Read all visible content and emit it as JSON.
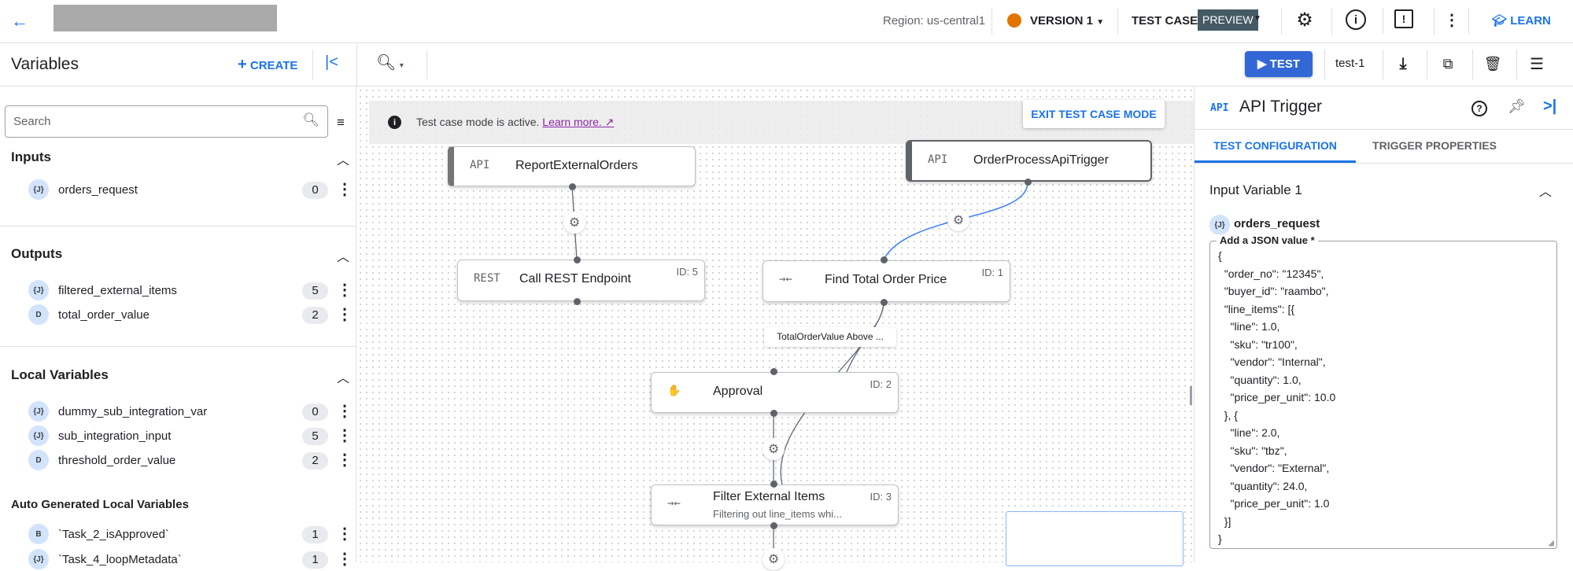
{
  "topbar": {
    "back_icon": "arrow-left-icon",
    "region": "Region: us-central1",
    "version_label": "VERSION 1",
    "version_status_color": "#e37400",
    "test_case_label": "TEST CASE",
    "preview_badge": "PREVIEW",
    "learn_label": "LEARN",
    "icons": [
      "settings-icon",
      "info-icon",
      "feedback-icon",
      "more-vert-icon"
    ]
  },
  "toolbar": {
    "zoom_icon": "zoom-in-icon",
    "test_button": "TEST",
    "test_case_name": "test-1",
    "icons": [
      "download-icon",
      "copy-icon",
      "delete-icon",
      "list-icon"
    ]
  },
  "variables": {
    "title": "Variables",
    "create_label": "CREATE",
    "search_placeholder": "Search",
    "sections": [
      {
        "title": "Inputs",
        "items": [
          {
            "type": "{J}",
            "name": "orders_request",
            "count": "0"
          }
        ]
      },
      {
        "title": "Outputs",
        "items": [
          {
            "type": "{J}",
            "name": "filtered_external_items",
            "count": "5"
          },
          {
            "type": "D",
            "name": "total_order_value",
            "count": "2"
          }
        ]
      },
      {
        "title": "Local Variables",
        "items": [
          {
            "type": "{J}",
            "name": "dummy_sub_integration_var",
            "count": "0"
          },
          {
            "type": "{J}",
            "name": "sub_integration_input",
            "count": "5"
          },
          {
            "type": "D",
            "name": "threshold_order_value",
            "count": "2"
          }
        ]
      },
      {
        "title": "Auto Generated Local Variables",
        "items": [
          {
            "type": "B",
            "name": "`Task_2_isApproved`",
            "count": "1"
          },
          {
            "type": "{J}",
            "name": "`Task_4_loopMetadata`",
            "count": "1"
          }
        ]
      }
    ]
  },
  "canvas": {
    "banner_text": "Test case mode is active.",
    "banner_link": "Learn more.",
    "exit_button": "EXIT TEST CASE MODE",
    "nodes": [
      {
        "icon": "API",
        "title": "ReportExternalOrders",
        "id": ""
      },
      {
        "icon": "API",
        "title": "OrderProcessApiTrigger",
        "id": ""
      },
      {
        "icon": "REST",
        "title": "Call REST Endpoint",
        "id": "ID: 5"
      },
      {
        "icon": "→←",
        "title": "Find Total Order Price",
        "id": "ID: 1"
      },
      {
        "icon": "✋",
        "title": "Approval",
        "id": "ID: 2"
      },
      {
        "icon": "→←",
        "title": "Filter External Items",
        "id": "ID: 3",
        "subtitle": "Filtering out line_items whi..."
      }
    ],
    "edge_label": "TotalOrderValue Above ..."
  },
  "panel": {
    "icon": "API",
    "title": "API Trigger",
    "tabs": [
      {
        "label": "TEST CONFIGURATION",
        "active": true
      },
      {
        "label": "TRIGGER PROPERTIES",
        "active": false
      }
    ],
    "section_title": "Input Variable 1",
    "variable": {
      "type": "{J}",
      "name": "orders_request"
    },
    "json_label": "Add a JSON value *",
    "json_lines": [
      "{",
      "  \"order_no\": \"12345\",",
      "  \"buyer_id\": \"raambo\",",
      "  \"line_items\": [{",
      "    \"line\": 1.0,",
      "    \"sku\": \"tr100\",",
      "    \"vendor\": \"Internal\",",
      "    \"quantity\": 1.0,",
      "    \"price_per_unit\": 10.0",
      "  }, {",
      "    \"line\": 2.0,",
      "    \"sku\": \"tbz\",",
      "    \"vendor\": \"External\",",
      "    \"quantity\": 24.0,",
      "    \"price_per_unit\": 1.0",
      "  }]",
      "}"
    ]
  }
}
